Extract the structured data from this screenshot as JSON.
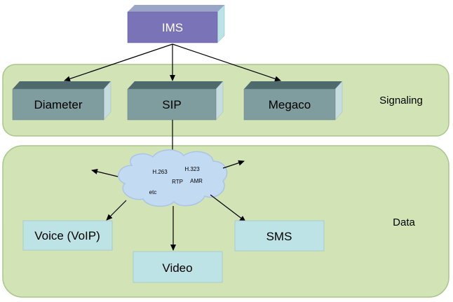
{
  "top_node": {
    "label": "IMS"
  },
  "signaling": {
    "region_label": "Signaling",
    "nodes": [
      "Diameter",
      "SIP",
      "Megaco"
    ]
  },
  "data": {
    "region_label": "Data",
    "cloud_protocols": [
      "H.263",
      "H.323",
      "RTP",
      "AMR",
      "etc"
    ],
    "services": [
      "Voice (VoIP)",
      "Video",
      "SMS"
    ]
  },
  "colors": {
    "region_fill": "#d2e4b5",
    "region_stroke": "#a9c68a",
    "ims_fill": "#7b73b8",
    "ims_side": "#b9e3e6",
    "signal_front": "#7f9c9f",
    "signal_top": "#4f6a6d",
    "signal_side": "#c6dde0",
    "service_fill": "#bde3e6",
    "cloud_fill": "#c3daf3",
    "cloud_stroke": "#a9c4e6"
  }
}
